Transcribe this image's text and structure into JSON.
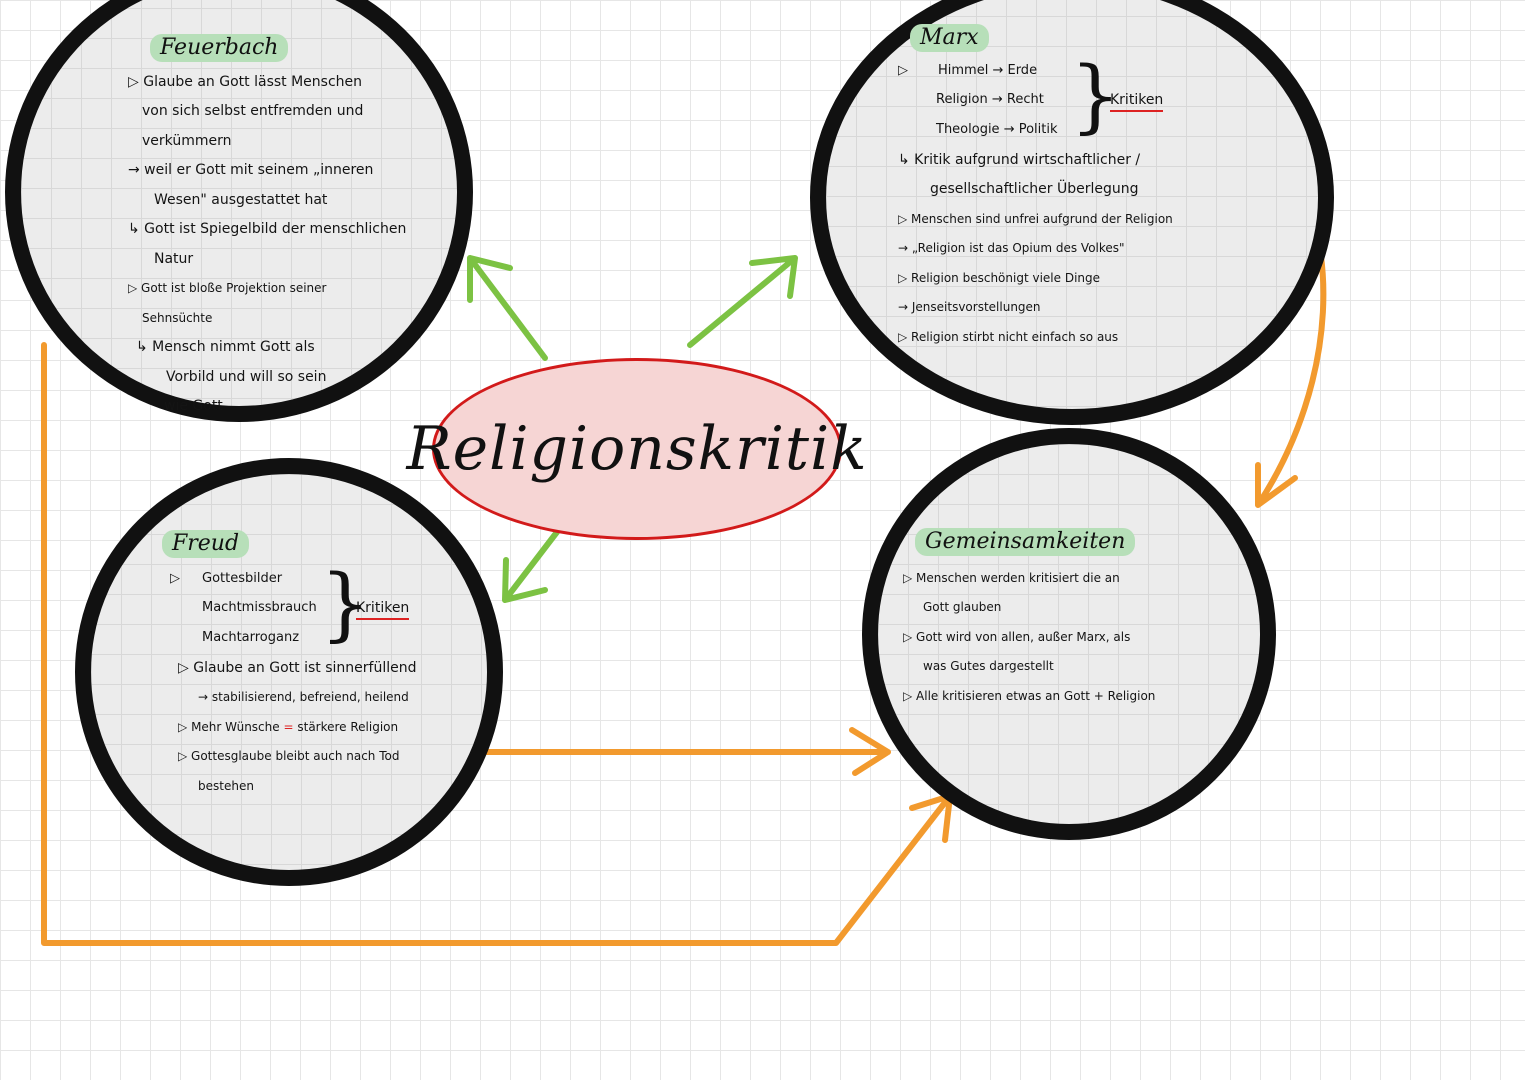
{
  "center": {
    "title": "Religionskritik"
  },
  "feuerbach": {
    "heading": "Feuerbach",
    "lines": [
      "▷ Glaube an Gott lässt Menschen",
      "von sich selbst entfremden und",
      "verkümmern",
      "→ weil er Gott mit seinem „inneren",
      "Wesen\" ausgestattet hat",
      "↳ Gott ist Spiegelbild der menschlichen",
      "Natur",
      "▷ Gott ist bloße Projektion seiner",
      "Sehnsüchte",
      "↳ Mensch nimmt Gott als",
      "Vorbild und will so sein",
      "wie Gott"
    ]
  },
  "marx": {
    "heading": "Marx",
    "pairs": [
      "Himmel → Erde",
      "Religion → Recht",
      "Theologie → Politik"
    ],
    "pairs_bullet": "▷",
    "kritiken": "Kritiken",
    "lines": [
      "↳ Kritik aufgrund wirtschaftlicher /",
      "gesellschaftlicher Überlegung",
      "▷ Menschen sind unfrei aufgrund der Religion",
      "→ „Religion ist das Opium des Volkes\"",
      "▷ Religion beschönigt viele Dinge",
      "→ Jenseitsvorstellungen",
      "▷ Religion stirbt nicht einfach so aus"
    ]
  },
  "freud": {
    "heading": "Freud",
    "items": [
      "Gottesbilder",
      "Machtmissbrauch",
      "Machtarroganz"
    ],
    "items_bullet": "▷",
    "kritiken": "Kritiken",
    "lines": [
      "▷ Glaube an Gott ist sinnerfüllend",
      "→ stabilisierend, befreiend, heilend"
    ],
    "wish_bullet": "▷",
    "wish_a": "Mehr Wünsche",
    "wish_eq": "=",
    "wish_b": "stärkere Religion",
    "last_lines": [
      "▷ Gottesglaube bleibt auch nach Tod",
      "bestehen"
    ]
  },
  "gemeinsamkeiten": {
    "heading": "Gemeinsamkeiten",
    "lines": [
      "▷ Menschen werden kritisiert die an",
      "Gott glauben",
      "▷ Gott wird von allen, außer Marx, als",
      "was Gutes dargestellt",
      "▷ Alle kritisieren etwas an Gott + Religion"
    ]
  },
  "colors": {
    "green_arrow": "#7cc243",
    "orange_arrow": "#f29a2e",
    "ellipse_border": "#d21a1a",
    "ellipse_fill": "#f6d5d4",
    "heading_bg": "#b7dfb9",
    "underline": "#dd2222"
  }
}
